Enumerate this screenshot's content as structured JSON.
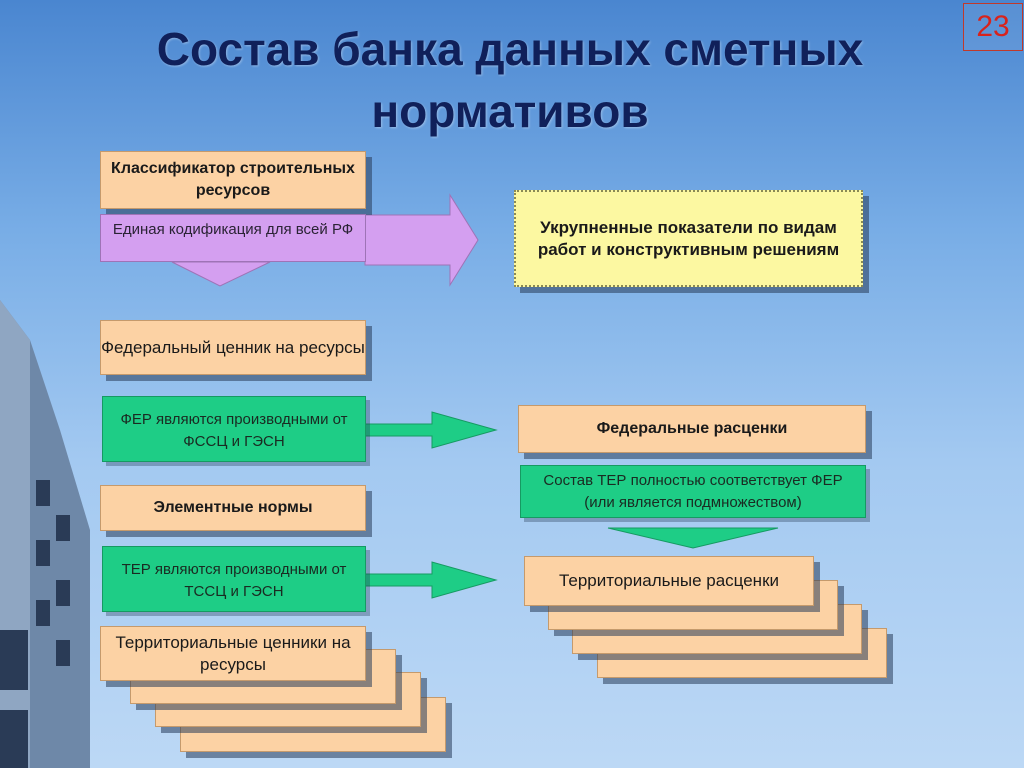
{
  "slide": {
    "title": "Состав банка данных сметных нормативов",
    "page_number": "23"
  },
  "left_column": {
    "classifier": "Классификатор строительных ресурсов",
    "unified_coding": "Единая кодификация для всей РФ",
    "federal_price_list": "Федеральный ценник на ресурсы",
    "fer_derived": "ФЕР являются производными от ФССЦ и ГЭСН",
    "element_norms": "Элементные нормы",
    "ter_derived": "ТЕР являются производными от ТССЦ и ГЭСН",
    "territorial_price_lists": "Территориальные ценники на ресурсы"
  },
  "right_column": {
    "aggregated_indicators": "Укрупненные показатели по видам работ и конструктивным решениям",
    "federal_rates": "Федеральные расценки",
    "ter_composition": "Состав ТЕР полностью соответствует ФЕР (или является подмножеством)",
    "territorial_rates": "Территориальные расценки"
  },
  "colors": {
    "peach": "#fcd2a4",
    "green": "#1ecd86",
    "purple": "#d49ff0",
    "yellow": "#fcf8a1",
    "title": "#10205a",
    "page_number": "#d8231c"
  }
}
